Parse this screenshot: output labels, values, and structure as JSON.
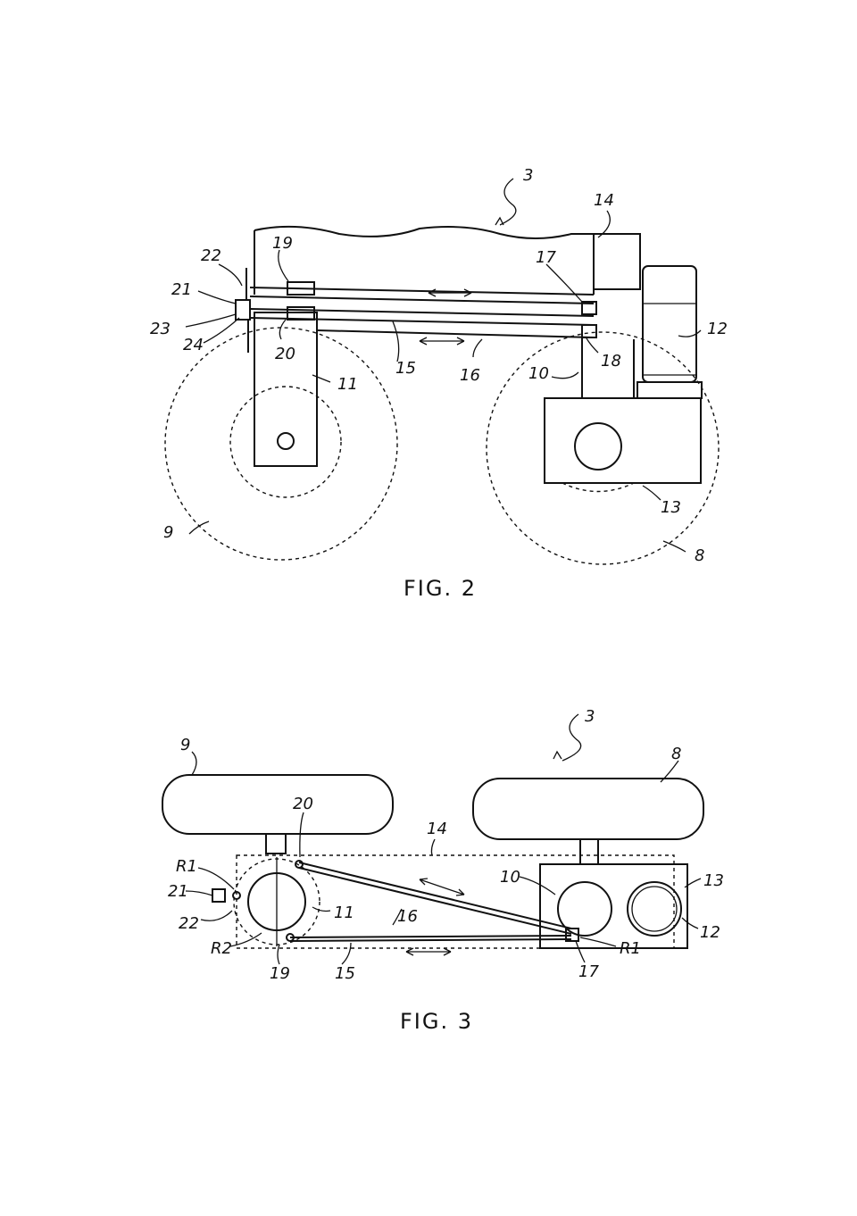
{
  "figures": {
    "fig2": {
      "caption": "FIG. 2",
      "labels": {
        "l3": "3",
        "l14": "14",
        "l19": "19",
        "l22": "22",
        "l17": "17",
        "l21": "21",
        "l12": "12",
        "l23": "23",
        "l24": "24",
        "l20": "20",
        "l15": "15",
        "l16": "16",
        "l18": "18",
        "l10": "10",
        "l11": "11",
        "l13": "13",
        "l9": "9",
        "l8": "8"
      }
    },
    "fig3": {
      "caption": "FIG. 3",
      "labels": {
        "l3": "3",
        "l9": "9",
        "l8": "8",
        "l20": "20",
        "l14": "14",
        "lR1a": "R1",
        "l10": "10",
        "l13": "13",
        "l21": "21",
        "l16": "16",
        "l11": "11",
        "l22": "22",
        "l12": "12",
        "lR2": "R2",
        "lR1b": "R1",
        "l19": "19",
        "l15": "15",
        "l17": "17"
      }
    }
  }
}
